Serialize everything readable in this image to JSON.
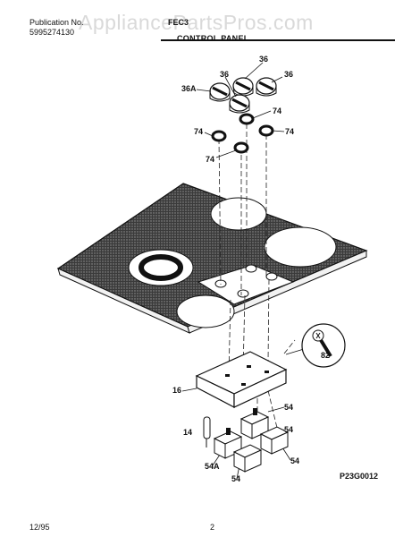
{
  "header": {
    "publication_label": "Publication No.",
    "publication_number": "5995274130",
    "model_partial": "FEC3",
    "section_title": "CONTROL PANEL"
  },
  "watermark": "AppliancePartsPros.com",
  "callouts": {
    "knob_top": "36",
    "knob_right": "36",
    "knob_mid": "36",
    "knob_left": "36A",
    "bezel_r1": "74",
    "bezel_l": "74",
    "bezel_r2": "74",
    "bezel_bl": "74",
    "screw": "82",
    "bracket": "16",
    "sw_r1": "54",
    "sw_r2": "54",
    "sw_l": "54A",
    "sw_b": "54",
    "light": "14"
  },
  "diagram_code": "P23G0012",
  "footer": {
    "date": "12/95",
    "page": "2"
  }
}
